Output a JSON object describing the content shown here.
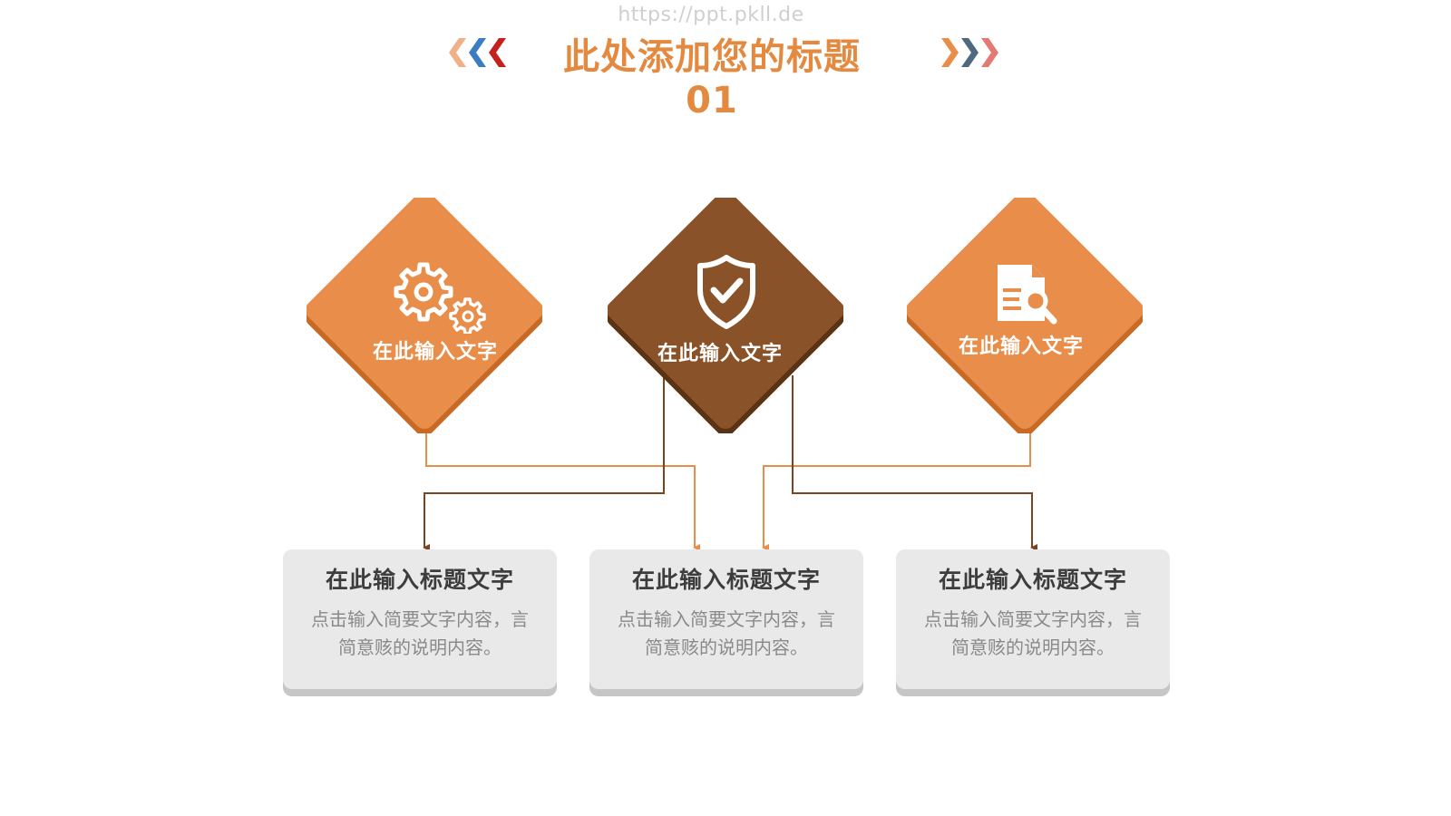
{
  "header": {
    "watermark": "https://ppt.pkll.de",
    "title": "此处添加您的标题01"
  },
  "colors": {
    "accent": "#e38a40",
    "orange": "#e88e4a",
    "orange_dark": "#c96a24",
    "brown": "#8a5228",
    "brown_dark": "#5a3314",
    "card": "#e9e9e9",
    "chevron_left": [
      "#f0b088",
      "#3b7cc2",
      "#c4211c"
    ],
    "chevron_right": [
      "#e88e4a",
      "#4e6a80",
      "#e37a72"
    ]
  },
  "diamonds": [
    {
      "label": "在此输入文字",
      "icon": "gears-icon"
    },
    {
      "label": "在此输入文字",
      "icon": "shield-check-icon"
    },
    {
      "label": "在此输入文字",
      "icon": "document-search-icon"
    }
  ],
  "cards": [
    {
      "title": "在此输入标题文字",
      "desc_line1": "点击输入简要文字内容，言",
      "desc_line2": "简意赅的说明内容。"
    },
    {
      "title": "在此输入标题文字",
      "desc_line1": "点击输入简要文字内容，言",
      "desc_line2": "简意赅的说明内容。"
    },
    {
      "title": "在此输入标题文字",
      "desc_line1": "点击输入简要文字内容，言",
      "desc_line2": "简意赅的说明内容。"
    }
  ]
}
